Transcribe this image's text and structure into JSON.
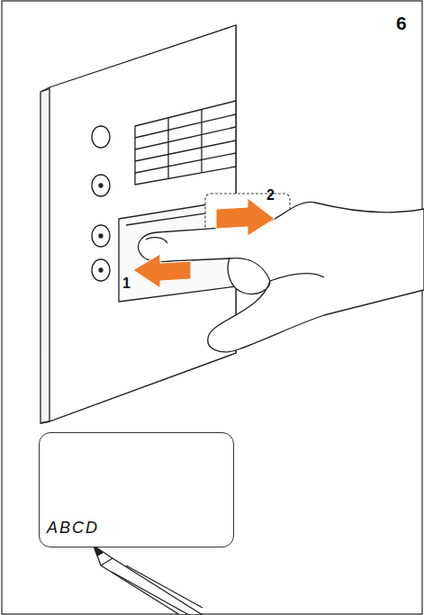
{
  "diagram": {
    "nodes": [
      {
        "text": [
          "ABCD"
        ]
      }
    ],
    "labels": [
      "6",
      "1",
      "2"
    ]
  }
}
